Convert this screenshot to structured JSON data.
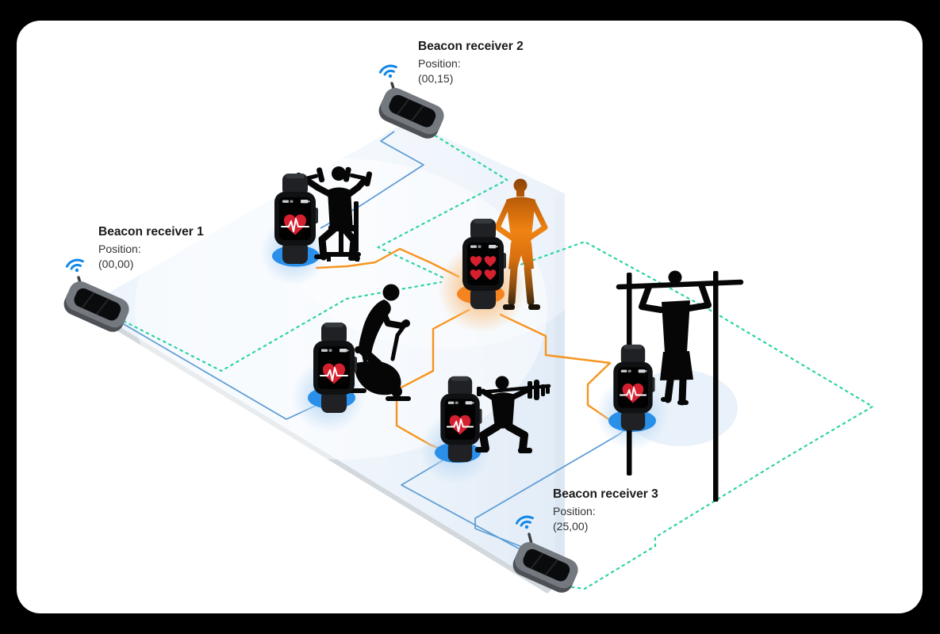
{
  "beacons": [
    {
      "label": "Beacon receiver 1",
      "position_label": "Position:",
      "position_value": "(00,00)"
    },
    {
      "label": "Beacon receiver 2",
      "position_label": "Position:",
      "position_value": "(00,15)"
    },
    {
      "label": "Beacon receiver 3",
      "position_label": "Position:",
      "position_value": "(25,00)"
    }
  ],
  "stations": [
    {
      "name": "shoulder-press",
      "person_icon": "seated-dumbbell-press-person-icon",
      "watch_screen_icon": "heart-ecg-icon",
      "glow_color": "#2a8fe8"
    },
    {
      "name": "spin-bike",
      "person_icon": "spin-bike-cyclist-icon",
      "watch_screen_icon": "heart-ecg-icon",
      "glow_color": "#2a8fe8"
    },
    {
      "name": "barbell-squat",
      "person_icon": "barbell-squat-person-icon",
      "watch_screen_icon": "heart-ecg-icon",
      "glow_color": "#2a8fe8"
    },
    {
      "name": "pull-up",
      "person_icon": "pull-up-person-icon",
      "watch_screen_icon": "heart-ecg-icon",
      "glow_color": "#2a8fe8"
    },
    {
      "name": "standing-user-highlighted",
      "person_icon": "standing-person-icon",
      "watch_screen_icon": "hearts-grid-icon",
      "glow_color": "#f5831f"
    }
  ],
  "icons": {
    "beacon_antenna": "wifi-icon",
    "beacon_device": "beacon-receiver-icon",
    "watch": "smartwatch-icon",
    "watch_health": "heart-ecg-icon",
    "watch_multi": "hearts-grid-icon"
  },
  "colors": {
    "frame": "#000000",
    "card": "#ffffff",
    "floor": "#eaf2fa",
    "floor_rim": "#d3d8dc",
    "signal_blue": "#5b9bd5",
    "signal_green": "#2dd3a5",
    "signal_orange": "#f7941e",
    "glow_blue": "#2a8fe8",
    "glow_orange": "#f5831f",
    "heart_red": "#d6202f",
    "wifi_blue": "#1287e8"
  }
}
